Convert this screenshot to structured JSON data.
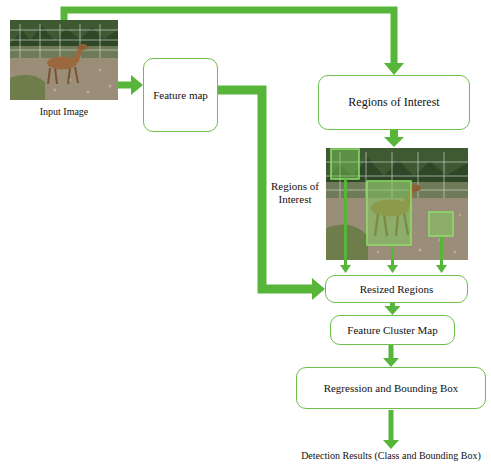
{
  "diagram": {
    "nodes": [
      {
        "text": [
          "Input Image"
        ]
      },
      {
        "text": [
          "Feature map"
        ]
      },
      {
        "text": [
          "Regions of Interest"
        ]
      },
      {
        "text": [
          "Resized Regions"
        ]
      },
      {
        "text": [
          "Feature Cluster Map"
        ]
      },
      {
        "text": [
          "Regression and Bounding Box"
        ]
      }
    ],
    "edges": [
      {
        "from": 0,
        "to": 1,
        "arrow": "to"
      },
      {
        "from": 0,
        "to": 2,
        "arrow": "to"
      },
      {
        "from": 1,
        "to": 3,
        "label": "Regions of Interest",
        "arrow": "to"
      },
      {
        "from": 3,
        "to": 4,
        "arrow": "to"
      },
      {
        "from": 4,
        "to": 5,
        "arrow": "to"
      }
    ],
    "labels": [
      "Detection Results (Class and Bounding Box)"
    ]
  }
}
